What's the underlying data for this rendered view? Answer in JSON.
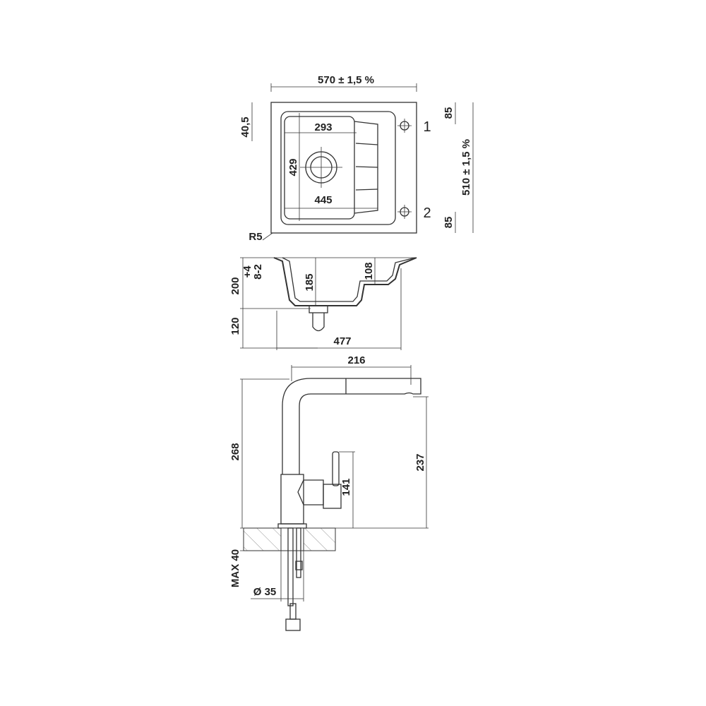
{
  "top_view": {
    "width": "570 ± 1,5 %",
    "depth": "510 ± 1,5 %",
    "edge_offset": "40,5",
    "bowl_width": "293",
    "bowl_depth": "429",
    "bowl_length": "445",
    "hole_offset_top": "85",
    "hole_offset_bottom": "85",
    "radius": "R5",
    "hole_1": "1",
    "hole_2": "2"
  },
  "section_view": {
    "total_height": "200",
    "tolerance_plus": "+4",
    "tolerance_minus": "8-2",
    "bowl_depth": "185",
    "drainer_depth": "108",
    "drain_height": "120",
    "overall_width": "477"
  },
  "tap_view": {
    "reach": "216",
    "height": "268",
    "spout_height": "237",
    "lever_height": "141",
    "max_deck": "MAX 40",
    "hole_diameter": "Ø 35"
  }
}
